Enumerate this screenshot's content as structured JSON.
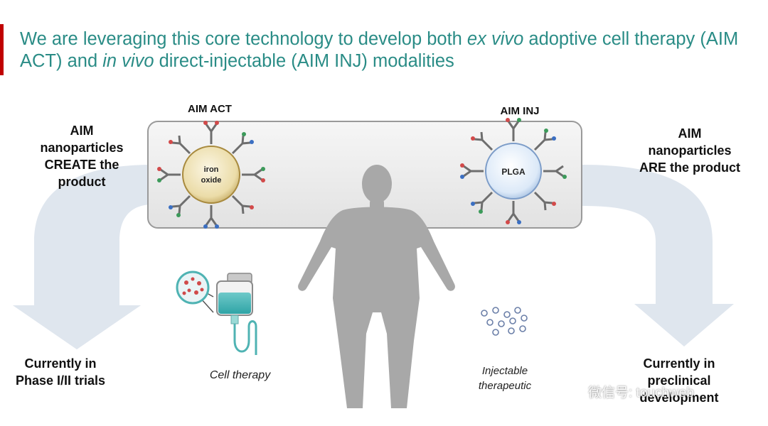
{
  "header": {
    "t1": "We are leveraging this core technology to develop both ",
    "t2": "ex vivo",
    "t3": " adoptive cell therapy (AIM ACT) and ",
    "t4": "in vivo",
    "t5": " direct-injectable (AIM INJ) modalities"
  },
  "left": {
    "module_label": "AIM ACT",
    "particle_line1": "iron",
    "particle_line2": "oxide",
    "role_line1": "AIM",
    "role_line2": "nanoparticles",
    "role_line3": "CREATE the",
    "role_line4": "product",
    "status_line1": "Currently in",
    "status_line2": "Phase I/II trials",
    "caption": "Cell therapy"
  },
  "right": {
    "module_label": "AIM INJ",
    "particle_label": "PLGA",
    "role_line1": "AIM",
    "role_line2": "nanoparticles",
    "role_line3": "ARE the product",
    "status_line1": "Currently in",
    "status_line2": "preclinical",
    "status_line3": "development",
    "caption_line1": "Injectable",
    "caption_line2": "therapeutic"
  },
  "watermark": {
    "text": "微信号: touchweb"
  },
  "colors": {
    "title": "#2a8c86",
    "accent": "#c00000",
    "arrow": "#dfe6ee",
    "platform": "#ececec",
    "human": "#a8a8a8",
    "iron_oxide": "#e9dcae",
    "plga": "#d8e6f6"
  }
}
